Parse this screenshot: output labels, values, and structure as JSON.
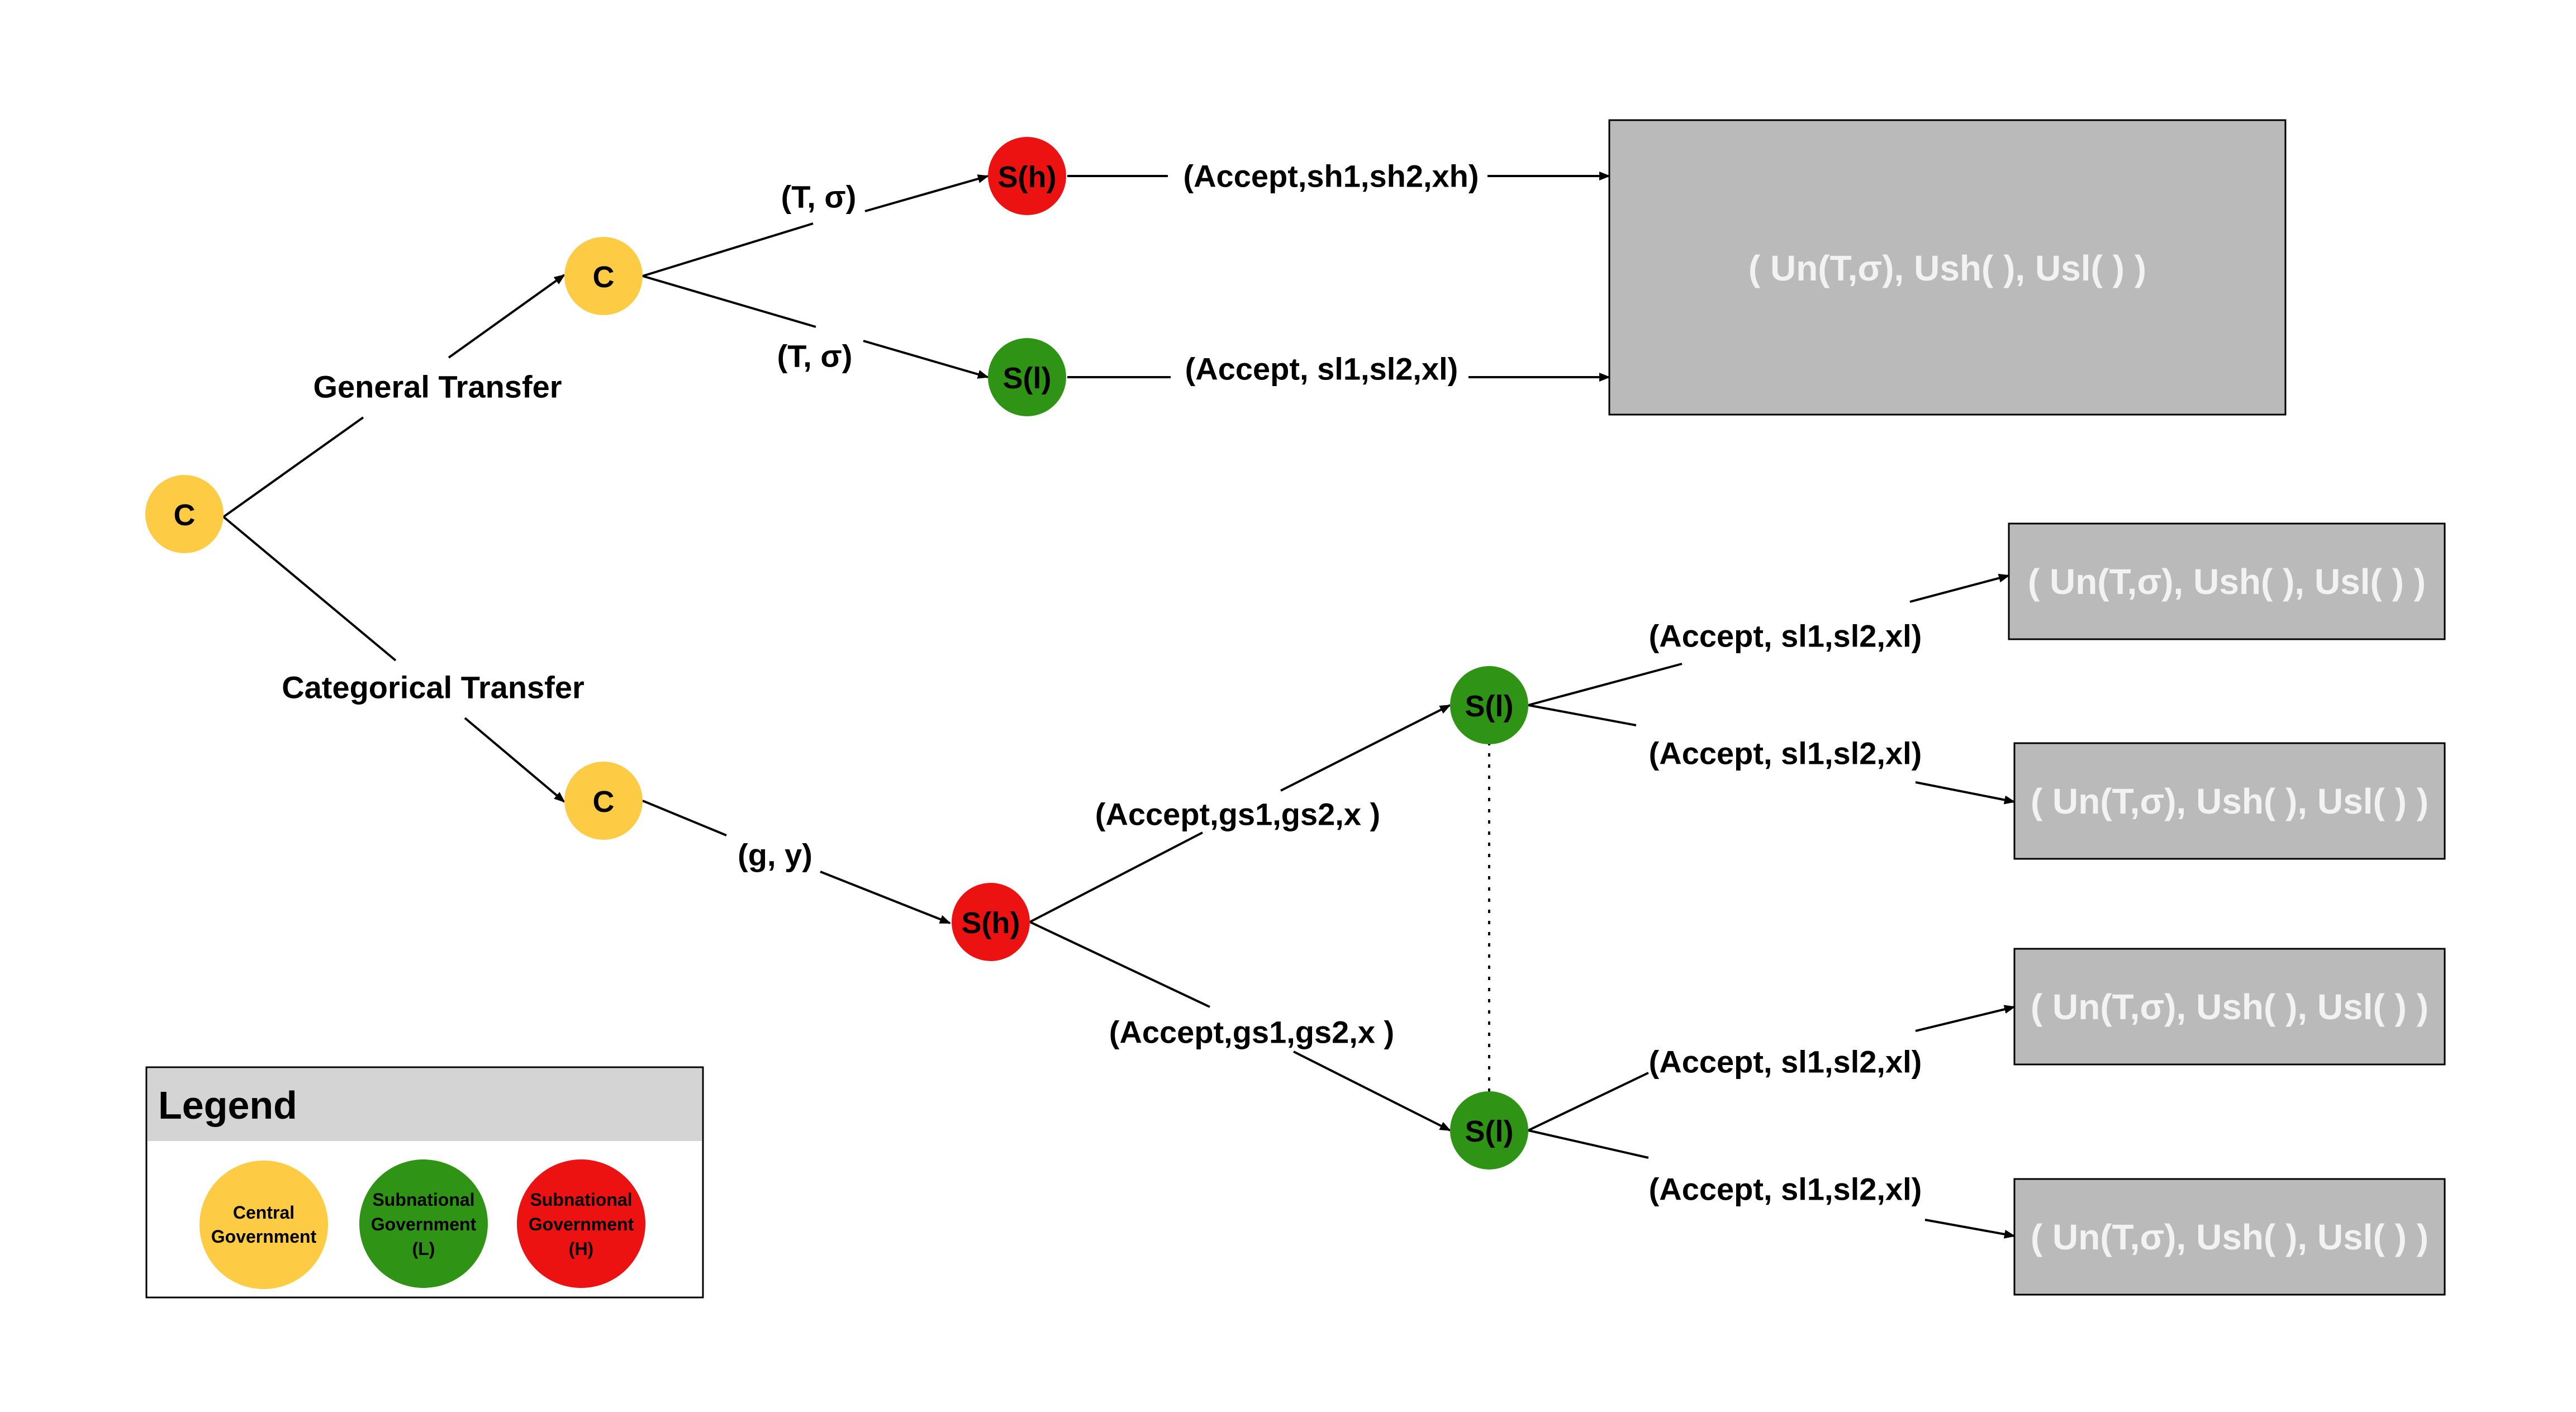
{
  "colors": {
    "central": "#fdcb44",
    "subnational_low": "#2f9415",
    "subnational_high": "#ec1212",
    "payoff_box": "#bababa",
    "legend_header": "#d4d4d4",
    "line": "#000000"
  },
  "nodes": {
    "root": "C",
    "general_c": "C",
    "categorical_c": "C",
    "general_sh": "S(h)",
    "general_sl": "S(l)",
    "categorical_sh": "S(h)",
    "categorical_sl_top": "S(l)",
    "categorical_sl_bottom": "S(l)"
  },
  "edges": {
    "general_transfer": "General Transfer",
    "categorical_transfer": "Categorical Transfer",
    "t_sigma_upper": "(T, σ)",
    "t_sigma_lower": "(T, σ)",
    "g_y": "(g, y)",
    "accept_high": "(Accept,sh1,sh2,xh)",
    "accept_low": "(Accept, sl1,sl2,xl)",
    "cat_accept_upper": "(Accept,gs1,gs2,x )",
    "cat_accept_lower": "(Accept,gs1,gs2,x )",
    "leaf_accept_1": "(Accept, sl1,sl2,xl)",
    "leaf_accept_2": "(Accept, sl1,sl2,xl)",
    "leaf_accept_3": "(Accept, sl1,sl2,xl)",
    "leaf_accept_4": "(Accept, sl1,sl2,xl)"
  },
  "payoffs": {
    "general": "( Un(T,σ), Ush( ), Usl( ) )",
    "leaf_1": "( Un(T,σ), Ush( ), Usl( ) )",
    "leaf_2": "( Un(T,σ), Ush( ), Usl( ) )",
    "leaf_3": "( Un(T,σ), Ush( ), Usl( ) )",
    "leaf_4": "( Un(T,σ), Ush( ), Usl( ) )"
  },
  "legend": {
    "title": "Legend",
    "central": [
      "Central",
      "Government"
    ],
    "low": [
      "Subnational",
      "Government",
      "(L)"
    ],
    "high": [
      "Subnational",
      "Government",
      "(H)"
    ]
  }
}
